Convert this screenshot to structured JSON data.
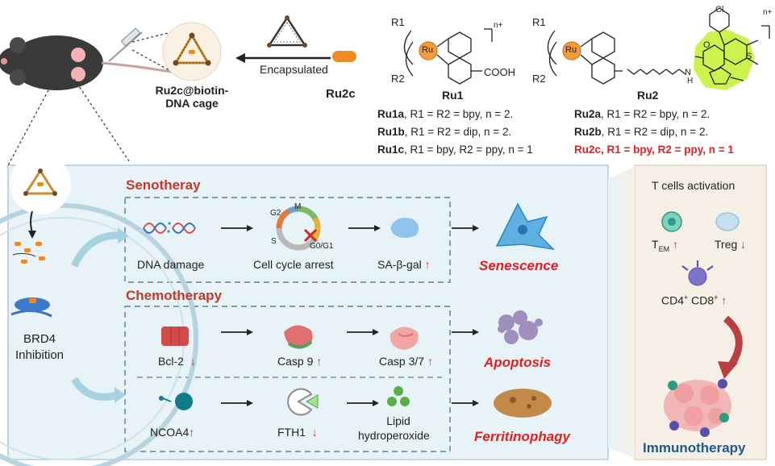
{
  "top": {
    "encapsulated": "Encapsulated",
    "ru2c": "Ru2c",
    "cage_label_1": "Ru2c@biotin-",
    "cage_label_2": "DNA cage"
  },
  "structures": {
    "ru1_title": "Ru1",
    "ru2_title": "Ru2",
    "r1": "R1",
    "r2": "R2",
    "ru": "Ru",
    "charge": "n+",
    "cooh": "COOH",
    "cl": "Cl",
    "n": "N",
    "h": "H",
    "o": "O",
    "s": "S"
  },
  "legend_left": [
    {
      "name": "Ru1a",
      "rest": ", R1 = R2 = bpy, n = 2."
    },
    {
      "name": "Ru1b",
      "rest": ", R1 = R2 = dip, n = 2."
    },
    {
      "name": "Ru1c",
      "rest": ", R1 = bpy, R2 = ppy, n = 1"
    }
  ],
  "legend_right": [
    {
      "name": "Ru2a",
      "rest": ", R1 = R2 = bpy, n = 2."
    },
    {
      "name": "Ru2b",
      "rest": ", R1 = R2 = dip, n = 2."
    },
    {
      "name": "Ru2c",
      "rest": ", R1 = bpy, R2 = ppy, n = 1"
    }
  ],
  "left_panel": {
    "brd4_1": "BRD4",
    "brd4_2": "Inhibition"
  },
  "senotherapy": {
    "title": "Senotheray",
    "dna_damage": "DNA damage",
    "cell_cycle": "Cell cycle arrest",
    "sa_gal": "SA-β-gal",
    "outcome": "Senescence",
    "phases": [
      "G2",
      "M",
      "S",
      "G0/G1"
    ]
  },
  "chemotherapy": {
    "title": "Chemotherapy",
    "bcl2": "Bcl-2",
    "casp9": "Casp 9",
    "casp37": "Casp 3/7",
    "apoptosis": "Apoptosis",
    "ncoa4": "NCOA4",
    "fth1": "FTH1",
    "lipid_1": "Lipid",
    "lipid_2": "hydroperoxide",
    "ferritinophagy": "Ferritinophagy"
  },
  "right_panel": {
    "t_cells": "T cells activation",
    "t_em_t": "T",
    "t_em_sub": "EM",
    "treg": "Treg",
    "cd4": "CD4",
    "cd8": "CD8",
    "plus": "+",
    "immunotherapy": "Immunotherapy"
  },
  "colors": {
    "panel_bg": "#e7f3f6",
    "panel_border": "#8fb4c8",
    "right_bg": "#f6f0e8",
    "title_red": "#c0392b",
    "outcome_red": "#e02020",
    "immuno_blue": "#1f5a8a",
    "orange": "#f08a24",
    "ru_highlight": "#c6f23a"
  }
}
